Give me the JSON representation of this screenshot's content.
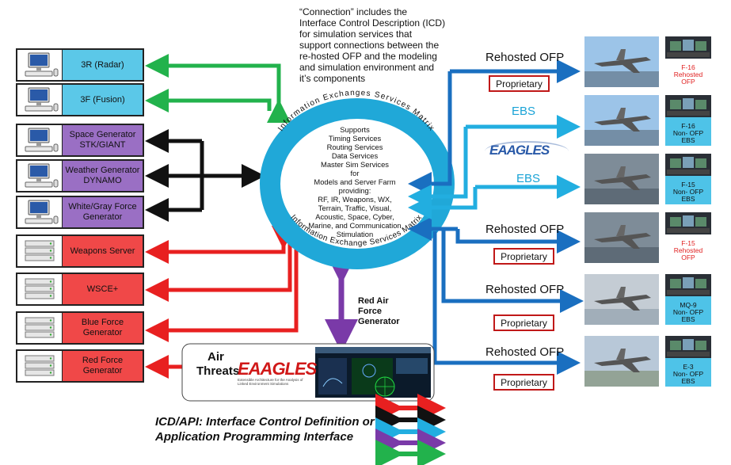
{
  "left_boxes": [
    {
      "label": "3R (Radar)",
      "color": "#5bc8e8",
      "kind": "pc"
    },
    {
      "label": "3F (Fusion)",
      "color": "#5bc8e8",
      "kind": "pc"
    },
    {
      "label": "Space Generator STK/GIANT",
      "color": "#9a6fc4",
      "kind": "pc"
    },
    {
      "label": "Weather Generator DYNAMO",
      "color": "#9a6fc4",
      "kind": "pc"
    },
    {
      "label": "White/Gray Force Generator",
      "color": "#9a6fc4",
      "kind": "pc"
    },
    {
      "label": "Weapons Server",
      "color": "#f04848",
      "kind": "server"
    },
    {
      "label": "WSCE+",
      "color": "#f04848",
      "kind": "server"
    },
    {
      "label": "Blue Force Generator",
      "color": "#f04848",
      "kind": "server"
    },
    {
      "label": "Red Force Generator",
      "color": "#f04848",
      "kind": "server"
    }
  ],
  "connection_note": "“Connection” includes the Interface Control Description (ICD) for simulation services that support connections between the re-hosted OFP and the modeling and simulation environment and it’s components",
  "ring": {
    "top_text": "Information Exchanges Services Matrix",
    "bottom_text": "Information Exchange Services Matrix",
    "center_lines": [
      "Supports",
      "Timing Services",
      "Routing Services",
      "Data Services",
      "Master Sim Services",
      "for",
      "Models  and Server Farm",
      "providing:",
      "RF, IR, Weapons, WX,",
      "Terrain, Traffic, Visual,",
      "Acoustic, Space, Cyber,",
      "Marine, and Communication",
      "Stimulation"
    ],
    "ring_color": "#20a8d8"
  },
  "red_air": {
    "label": "Red Air Force Generator"
  },
  "air_threats": {
    "label_line1": "Air",
    "label_line2": "Threats",
    "logo": "EAAGLES",
    "logo_sub": "Extensible Architecture for the Analysis of Linked Environment Simulations"
  },
  "eaagles_logo": {
    "text": "EAAGLES"
  },
  "right_labels": {
    "rehosted1": "Rehosted OFP",
    "ebs1": "EBS",
    "ebs2": "EBS",
    "rehosted2": "Rehosted OFP",
    "rehosted3": "Rehosted OFP",
    "rehosted4": "Rehosted OFP",
    "proprietary": "Proprietary"
  },
  "aircraft": [
    {
      "lines": [
        "F-16",
        "Rehosted",
        "OFP"
      ],
      "color": "#e02020",
      "bg": "#ffffff",
      "photo": "f16"
    },
    {
      "lines": [
        "F-16",
        "Non- OFP",
        "EBS"
      ],
      "color": "#111111",
      "bg": "#4ec3e8",
      "photo": "f16"
    },
    {
      "lines": [
        "F-15",
        "Non- OFP",
        "EBS"
      ],
      "color": "#111111",
      "bg": "#4ec3e8",
      "photo": "f15"
    },
    {
      "lines": [
        "F-15",
        "Rehosted",
        "OFP"
      ],
      "color": "#e02020",
      "bg": "#ffffff",
      "photo": "f15"
    },
    {
      "lines": [
        "MQ-9",
        "Non- OFP",
        "EBS"
      ],
      "color": "#111111",
      "bg": "#4ec3e8",
      "photo": "mq9"
    },
    {
      "lines": [
        "E-3",
        "Non- OFP",
        "EBS"
      ],
      "color": "#111111",
      "bg": "#4ec3e8",
      "photo": "e3"
    }
  ],
  "legend": {
    "line1": "ICD/API:  Interface Control Definition or",
    "line2": "Application Programming Interface",
    "arrow_colors": [
      "#e82020",
      "#111111",
      "#20a8d8",
      "#7a3aa8",
      "#20b048"
    ]
  }
}
